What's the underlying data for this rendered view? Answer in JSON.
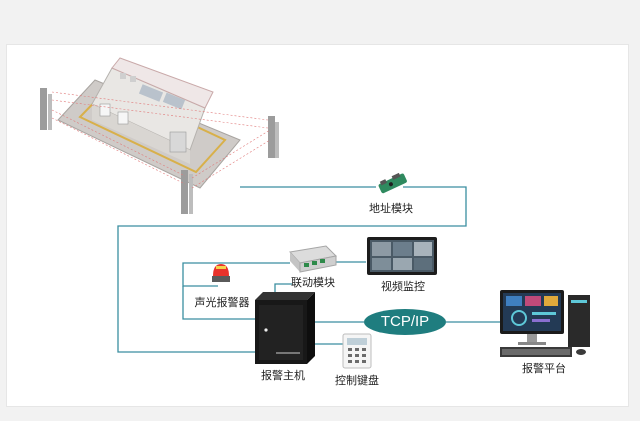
{
  "labels": {
    "address_module": "地址模块",
    "linkage_module": "联动模块",
    "video_monitor": "视频监控",
    "sound_light_alarm": "声光报警器",
    "alarm_host": "报警主机",
    "control_keyboard": "控制键盘",
    "alarm_platform": "报警平台",
    "network": "TCP/IP"
  },
  "colors": {
    "line": "#3a8ea0",
    "network_ellipse": "#1f7d7f",
    "alarm_red": "#e8322b"
  },
  "icons": [
    "building-perimeter-illustration",
    "address-module-icon",
    "linkage-module-icon",
    "video-monitor-icon",
    "strobe-siren-icon",
    "alarm-host-icon",
    "control-keyboard-icon",
    "computer-workstation-icon"
  ]
}
